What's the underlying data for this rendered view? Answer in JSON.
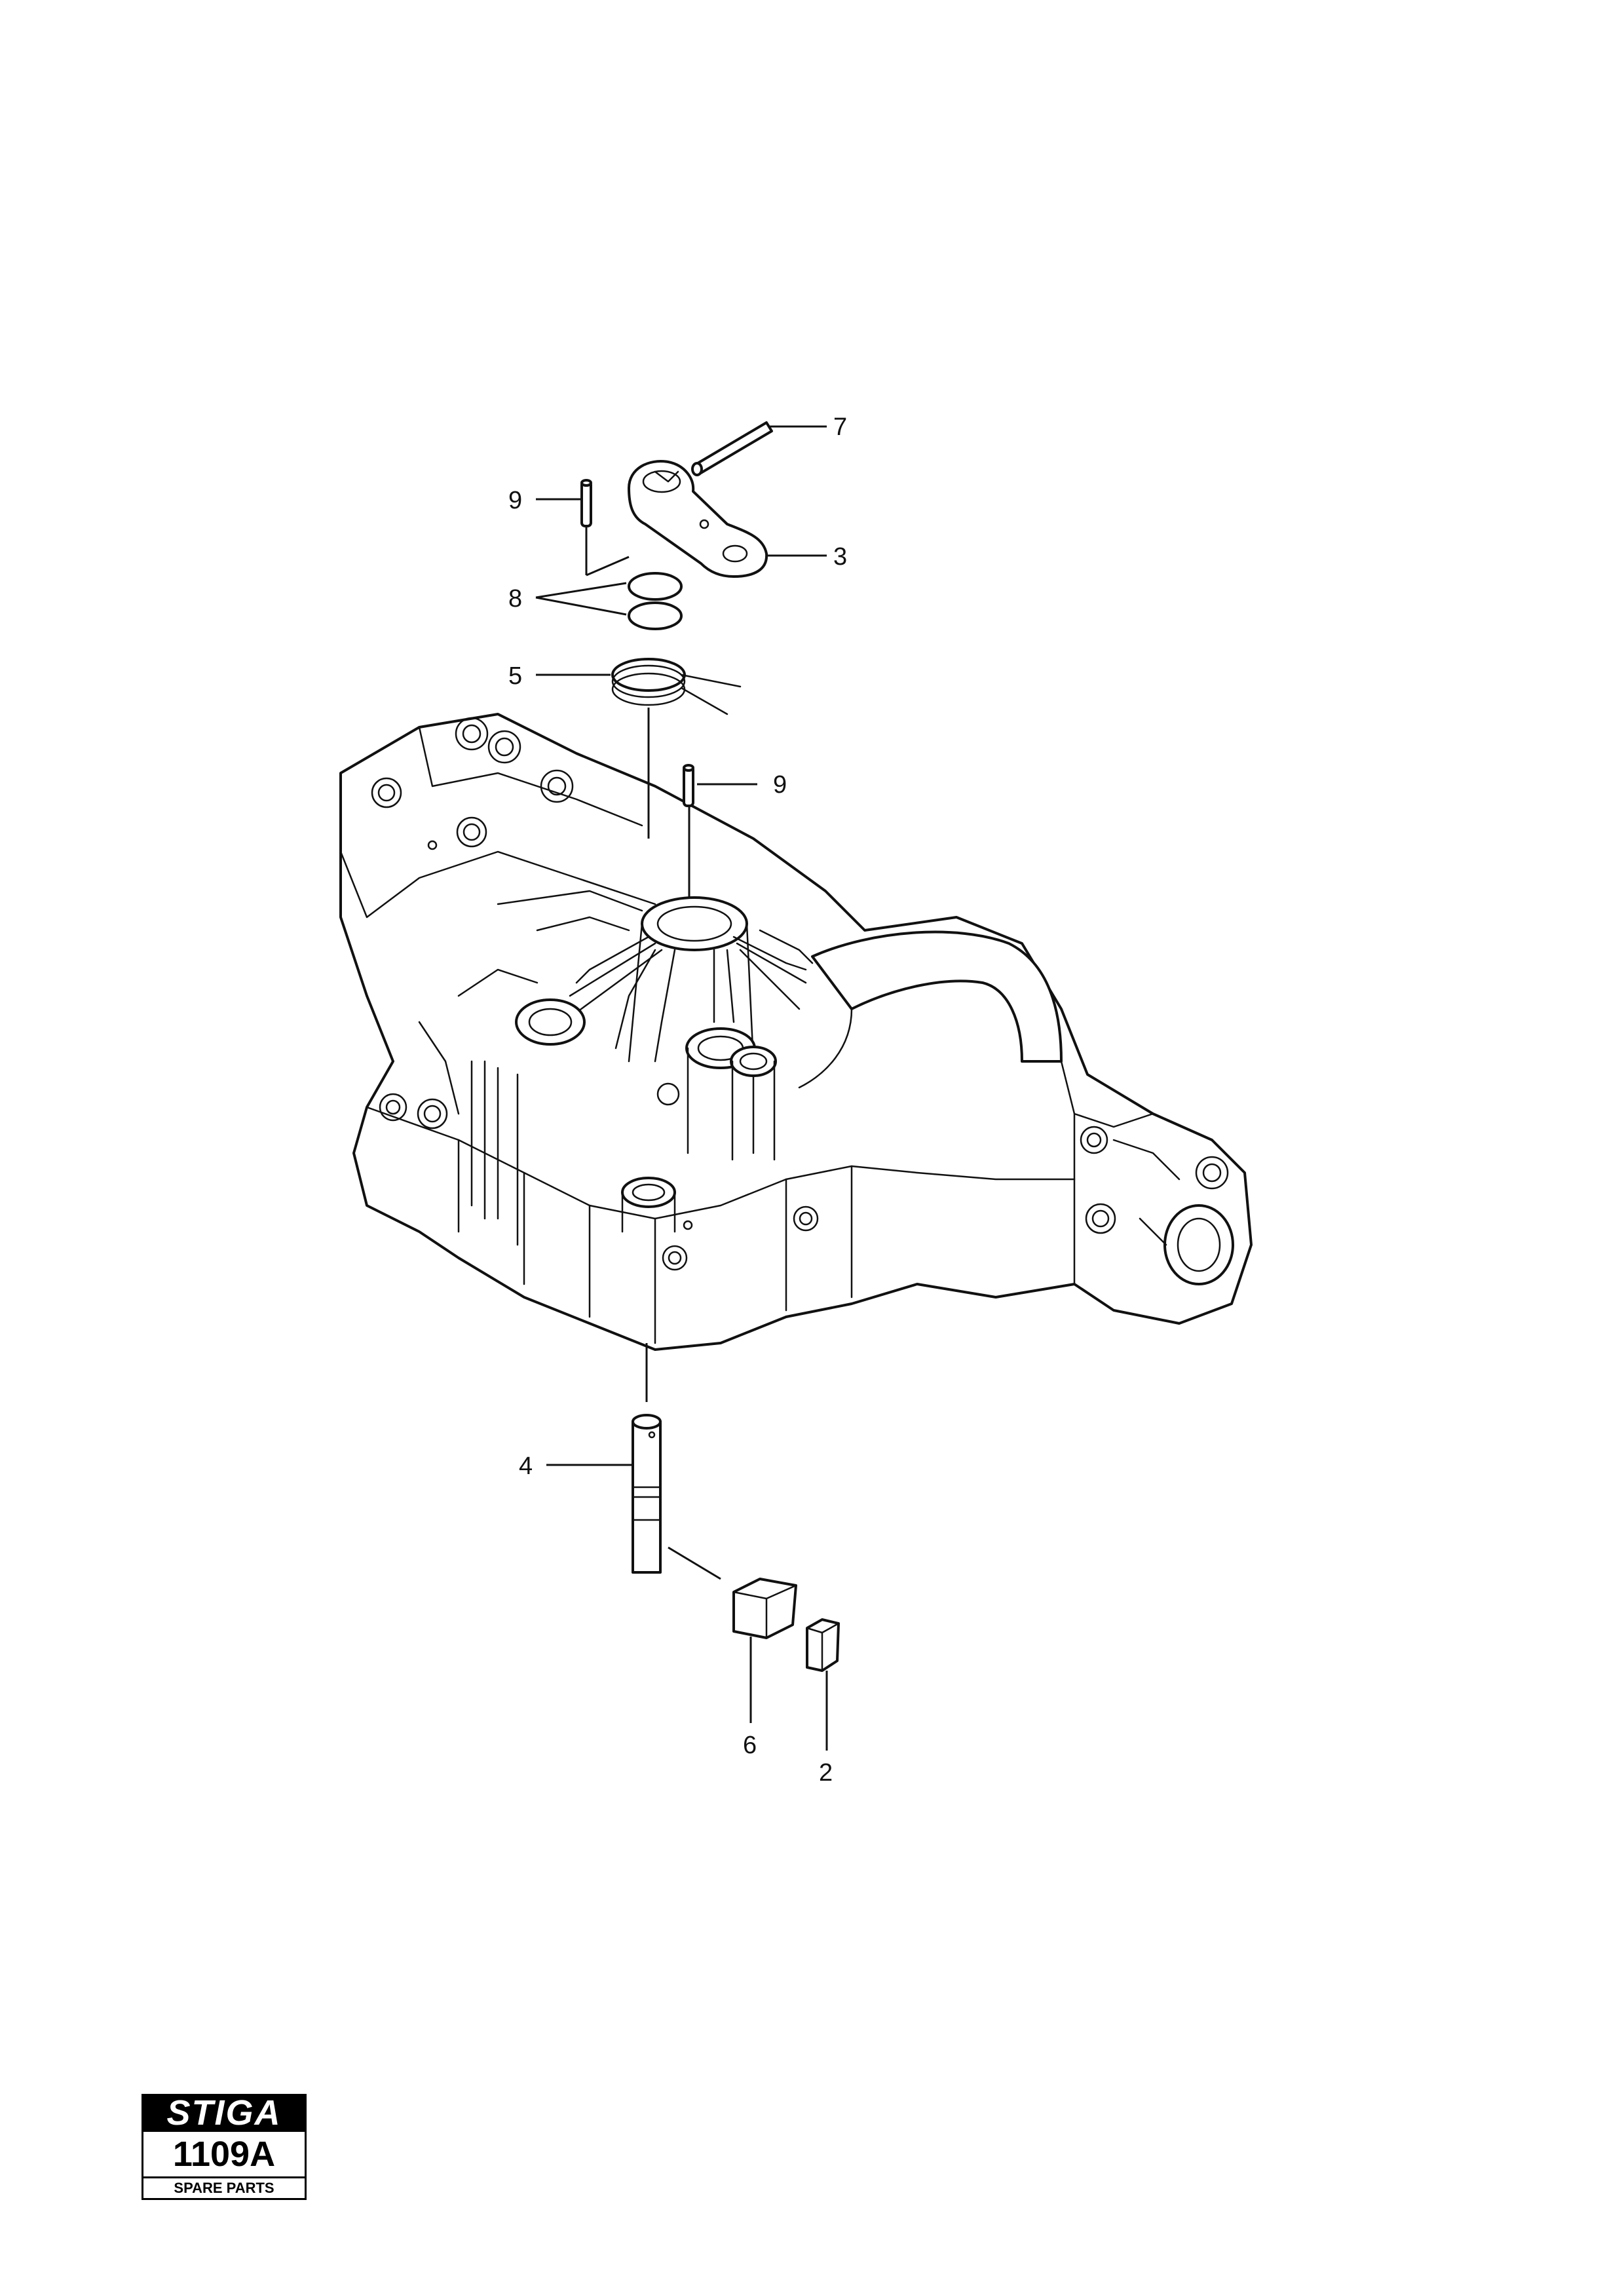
{
  "callouts": {
    "c7": "7",
    "c9a": "9",
    "c3": "3",
    "c8": "8",
    "c5": "5",
    "c9b": "9",
    "c4": "4",
    "c6": "6",
    "c2": "2"
  },
  "logo": {
    "brand": "STIGA",
    "code": "1109A",
    "sub": "SPARE PARTS"
  }
}
